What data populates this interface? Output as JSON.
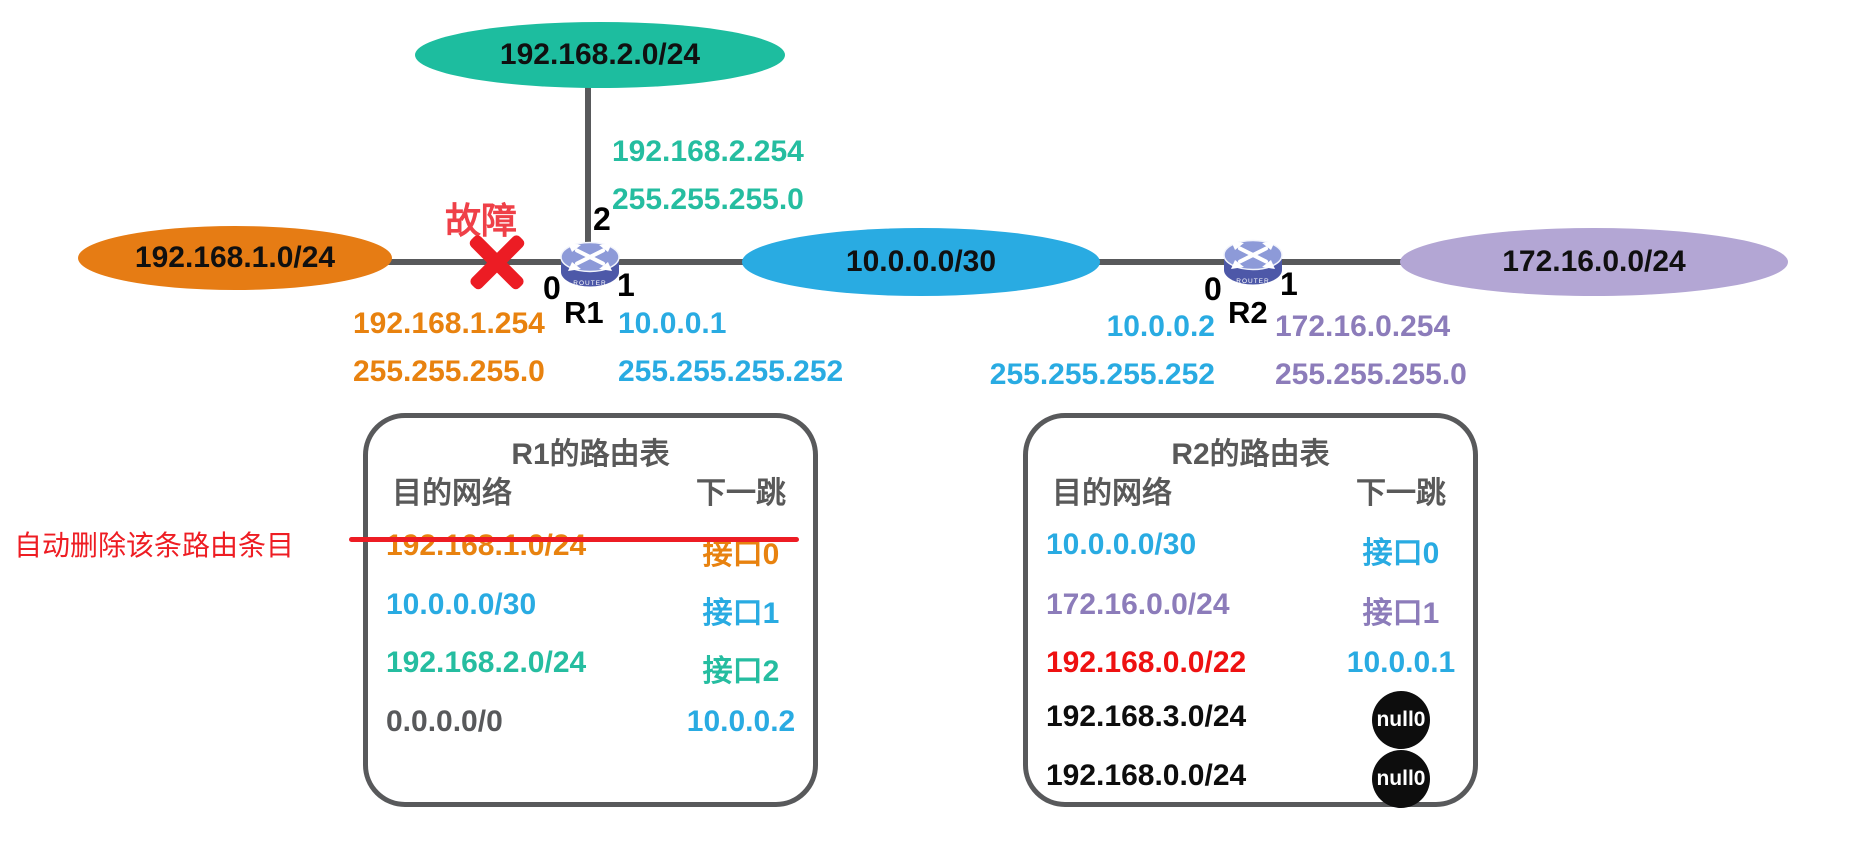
{
  "colors": {
    "teal": "#1dbd9f",
    "orange_fill": "#e67c14",
    "orange_text": "#e8820f",
    "blue": "#29abe2",
    "purple_fill": "#b3a6d4",
    "purple_text": "#8c7cba",
    "red": "#ed1c24",
    "gray": "#58595b",
    "black": "#0d0d0d"
  },
  "clouds": {
    "top": {
      "label": "192.168.2.0/24"
    },
    "left": {
      "label": "192.168.1.0/24"
    },
    "mid": {
      "label": "10.0.0.0/30"
    },
    "right": {
      "label": "172.16.0.0/24"
    }
  },
  "routers": {
    "r1": {
      "name": "R1",
      "if_top": "2",
      "if_left": "0",
      "if_right": "1"
    },
    "r2": {
      "name": "R2",
      "if_left": "0",
      "if_right": "1"
    }
  },
  "ip_labels": {
    "teal": {
      "line1": "192.168.2.254",
      "line2": "255.255.255.0"
    },
    "orange": {
      "line1": "192.168.1.254",
      "line2": "255.255.255.0"
    },
    "blue_r1": {
      "line1": "10.0.0.1",
      "line2": "255.255.255.252"
    },
    "blue_r2": {
      "line1": "10.0.0.2",
      "line2": "255.255.255.252"
    },
    "purple": {
      "line1": "172.16.0.254",
      "line2": "255.255.255.0"
    }
  },
  "fault_label": "故障",
  "annotation": "自动删除该条路由条目",
  "r1_table": {
    "title": "R1的路由表",
    "col_dest": "目的网络",
    "col_hop": "下一跳",
    "rows": [
      {
        "dest": "192.168.1.0/24",
        "hop": "接口0",
        "deleted": true
      },
      {
        "dest": "10.0.0.0/30",
        "hop": "接口1"
      },
      {
        "dest": "192.168.2.0/24",
        "hop": "接口2"
      },
      {
        "dest": "0.0.0.0/0",
        "hop": "10.0.0.2"
      }
    ]
  },
  "r2_table": {
    "title": "R2的路由表",
    "col_dest": "目的网络",
    "col_hop": "下一跳",
    "rows": [
      {
        "dest": "10.0.0.0/30",
        "hop": "接口0"
      },
      {
        "dest": "172.16.0.0/24",
        "hop": "接口1"
      },
      {
        "dest": "192.168.0.0/22",
        "hop": "10.0.0.1"
      },
      {
        "dest": "192.168.3.0/24",
        "hop": "null0"
      },
      {
        "dest": "192.168.0.0/24",
        "hop": "null0"
      }
    ]
  },
  "router_icon_caption": "ROUTER"
}
